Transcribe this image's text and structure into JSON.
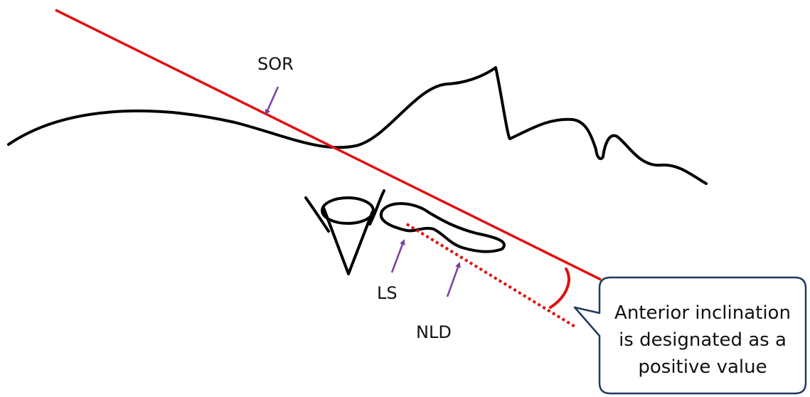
{
  "labels": {
    "sor": "SOR",
    "ls": "LS",
    "nld": "NLD"
  },
  "callout": {
    "line1": "Anterior inclination",
    "line2": "is designated as a",
    "line3": "positive value"
  },
  "colors": {
    "reference_line": "#e01010",
    "arrow": "#7a3fa0",
    "outline": "#000000",
    "callout_border": "#1f3a5f"
  }
}
